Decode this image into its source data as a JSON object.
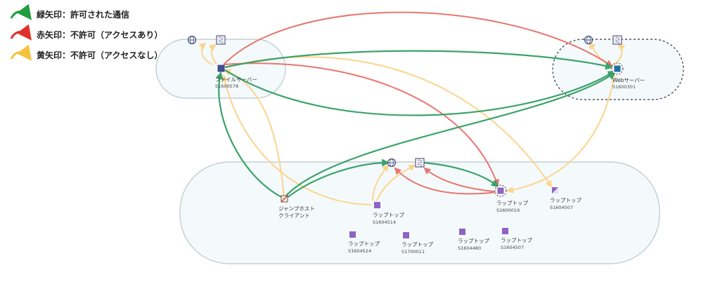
{
  "legend": [
    {
      "label": "緑矢印：許可された通信",
      "color": "#1f9e3e"
    },
    {
      "label": "赤矢印：不許可（アクセスあり）",
      "color": "#e0302a"
    },
    {
      "label": "黄矢印：不許可（アクセスなし）",
      "color": "#f5c33b"
    }
  ],
  "colors": {
    "green": "#3ba36a",
    "red": "#e8766f",
    "yellow": "#fcd48e",
    "zone_fill": "#f4fafb",
    "zone_stroke": "#b9c7cc",
    "node_purple": "#8e63c4",
    "node_blue": "#1f6fa8"
  },
  "icons": {
    "internet": "globe-icon",
    "firewall": "firewall-icon"
  },
  "nodes": {
    "file_server": {
      "name": "ファイルサーバー",
      "id": "S1600578"
    },
    "web_server": {
      "name": "Webサーバー",
      "id": "S1600301"
    },
    "jump_host": {
      "name_line1": "ジャンプホスト",
      "name_line2": "クライアント"
    },
    "laptop_1604514": {
      "name": "ラップトップ",
      "id": "S1604514"
    },
    "laptop_1600019": {
      "name": "ラップトップ",
      "id": "S1600019"
    },
    "laptop_1604507a": {
      "name": "ラップトップ",
      "id": "S1604507"
    },
    "laptop_1604524": {
      "name": "ラップトップ",
      "id": "S1604524"
    },
    "laptop_1700011": {
      "name": "ラップトップ",
      "id": "S1700011"
    },
    "laptop_1604480": {
      "name": "ラップトップ",
      "id": "S1604480"
    },
    "laptop_1604507b": {
      "name": "ラップトップ",
      "id": "S1604507"
    }
  }
}
